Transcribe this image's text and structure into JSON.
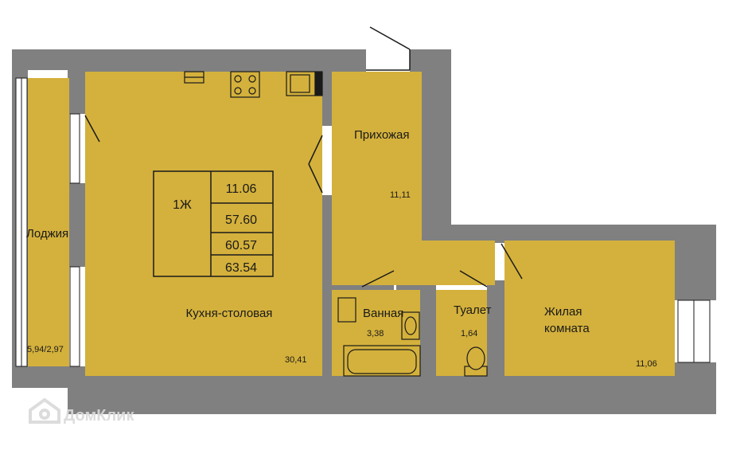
{
  "colors": {
    "floor": "#d4b13c",
    "wall": "#808080",
    "line": "#1a1a1a",
    "watermark": "#d9d9d9"
  },
  "unit_table": {
    "type": "1Ж",
    "living_area": "11.06",
    "total_area": "57.60",
    "area_with_loggia_reduced": "60.57",
    "area_with_loggia_full": "63.54"
  },
  "rooms": {
    "loggia": {
      "name": "Лоджия",
      "area": "5,94/2,97"
    },
    "kitchen": {
      "name": "Кухня-столовая",
      "area": "30,41"
    },
    "hallway": {
      "name": "Прихожая",
      "area": "11,11"
    },
    "bathroom": {
      "name": "Ванная",
      "area": "3,38"
    },
    "toilet": {
      "name": "Туалет",
      "area": "1,64"
    },
    "living": {
      "name_line1": "Жилая",
      "name_line2": "комната",
      "area": "11,06"
    }
  },
  "watermark": {
    "text": "ДомКлик",
    "icon": "house-logo-icon"
  }
}
